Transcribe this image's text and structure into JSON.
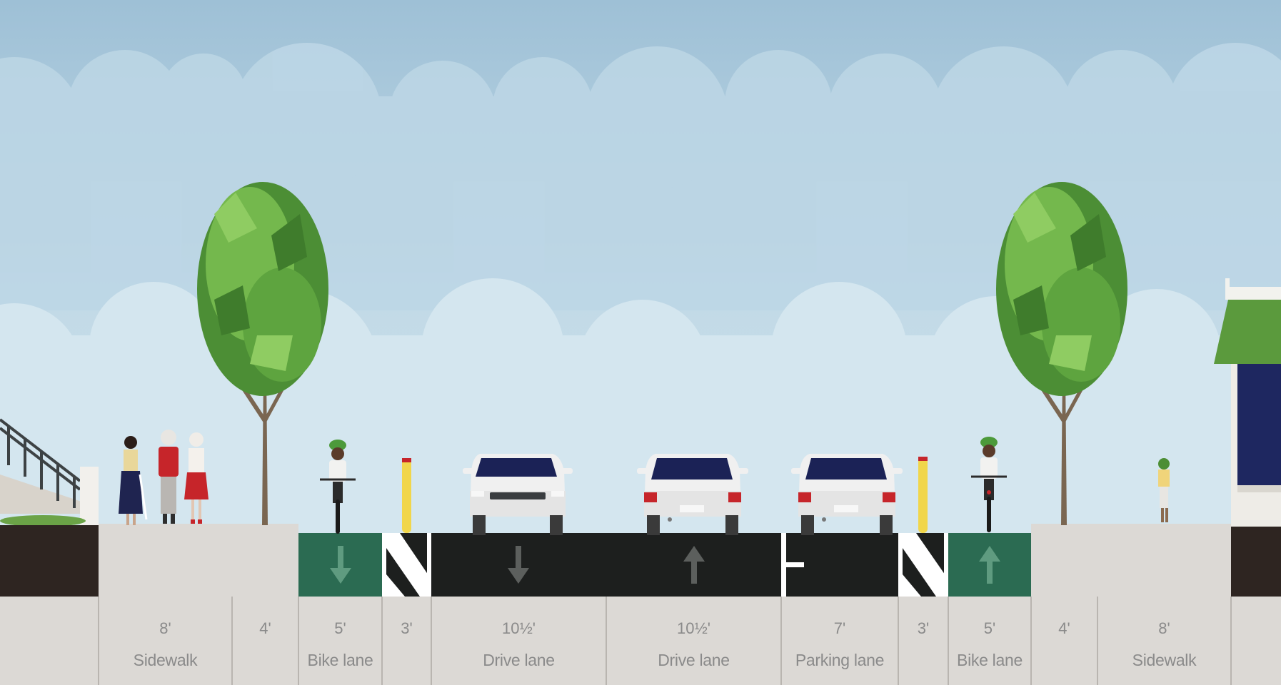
{
  "segments": [
    {
      "width": "8'",
      "name": "Sidewalk"
    },
    {
      "width": "4'",
      "name": ""
    },
    {
      "width": "5'",
      "name": "Bike lane"
    },
    {
      "width": "3'",
      "name": ""
    },
    {
      "width": "10½'",
      "name": "Drive lane"
    },
    {
      "width": "10½'",
      "name": "Drive lane"
    },
    {
      "width": "7'",
      "name": "Parking lane"
    },
    {
      "width": "3'",
      "name": ""
    },
    {
      "width": "5'",
      "name": "Bike lane"
    },
    {
      "width": "4'",
      "name": ""
    },
    {
      "width": "8'",
      "name": "Sidewalk"
    }
  ],
  "colors": {
    "sky": "#c5dbe6",
    "asphalt": "#1d1f1e",
    "bike_lane": "#2b6b52",
    "sidewalk": "#dcd9d5",
    "tree_leaf": "#5ea43f",
    "car": "#f0f0f0"
  },
  "directions": {
    "bike_lane_left": "down",
    "drive_lane_left": "down",
    "drive_lane_right": "up",
    "bike_lane_right": "up"
  },
  "icons": [
    "pedestrian-icon",
    "cyclist-icon",
    "car-icon",
    "tree-icon",
    "bollard-icon",
    "direction-arrow-icon",
    "building-icon",
    "stairs-icon"
  ]
}
